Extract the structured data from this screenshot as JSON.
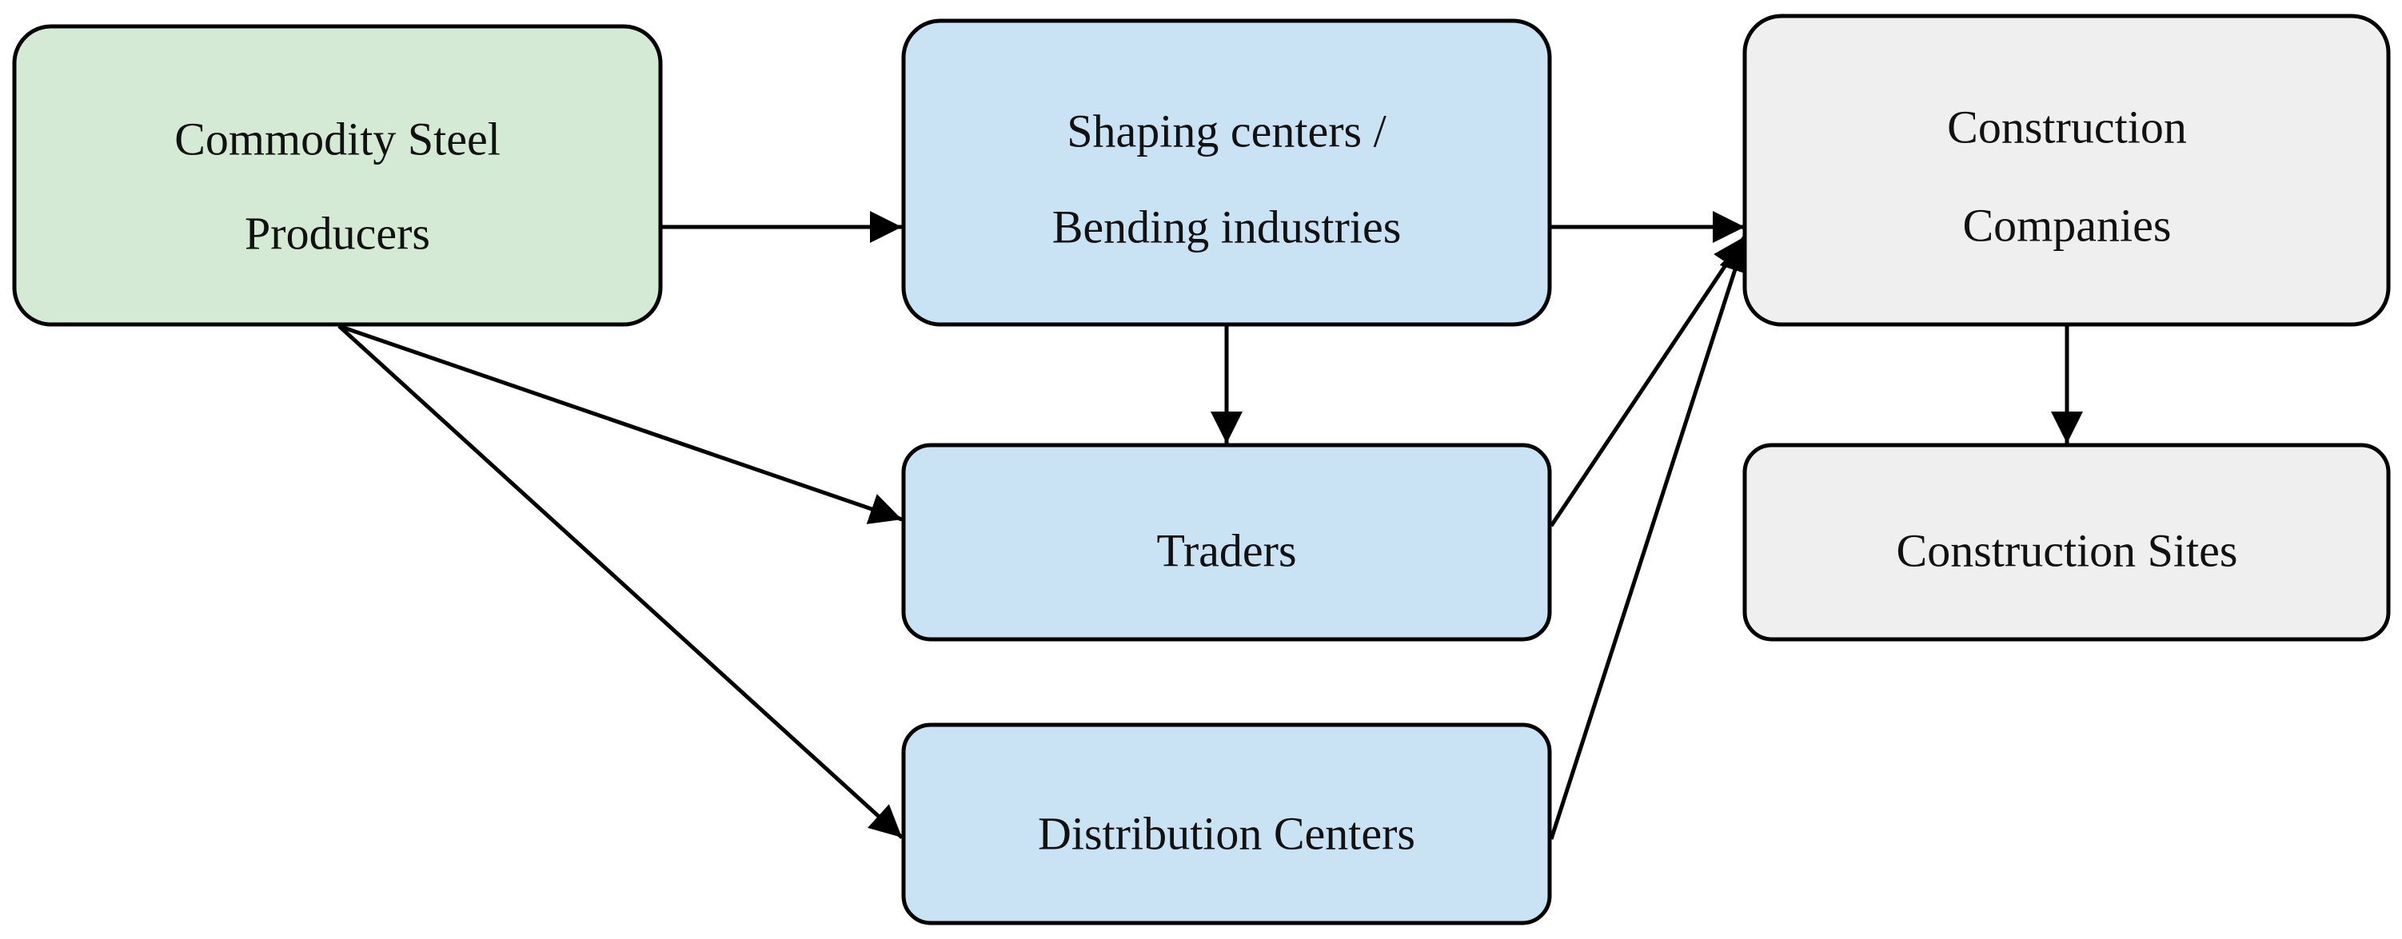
{
  "diagram": {
    "colors": {
      "producer_fill": "#d5ead4",
      "intermediary_fill": "#c9e2f4",
      "consumer_fill": "#efefef",
      "stroke": "#000000",
      "text": "#111111"
    },
    "nodes": {
      "producers": {
        "line1": "Commodity Steel",
        "line2": "Producers"
      },
      "shaping": {
        "line1": "Shaping centers /",
        "line2": "Bending industries"
      },
      "construction_companies": {
        "line1": "Construction",
        "line2": "Companies"
      },
      "traders": {
        "label": "Traders"
      },
      "construction_sites": {
        "label": "Construction Sites"
      },
      "distribution": {
        "label": "Distribution Centers"
      }
    },
    "edges": [
      {
        "from": "producers",
        "to": "shaping"
      },
      {
        "from": "producers",
        "to": "traders"
      },
      {
        "from": "producers",
        "to": "distribution"
      },
      {
        "from": "shaping",
        "to": "traders"
      },
      {
        "from": "shaping",
        "to": "construction_companies"
      },
      {
        "from": "traders",
        "to": "construction_companies"
      },
      {
        "from": "distribution",
        "to": "construction_companies"
      },
      {
        "from": "construction_companies",
        "to": "construction_sites"
      }
    ]
  }
}
